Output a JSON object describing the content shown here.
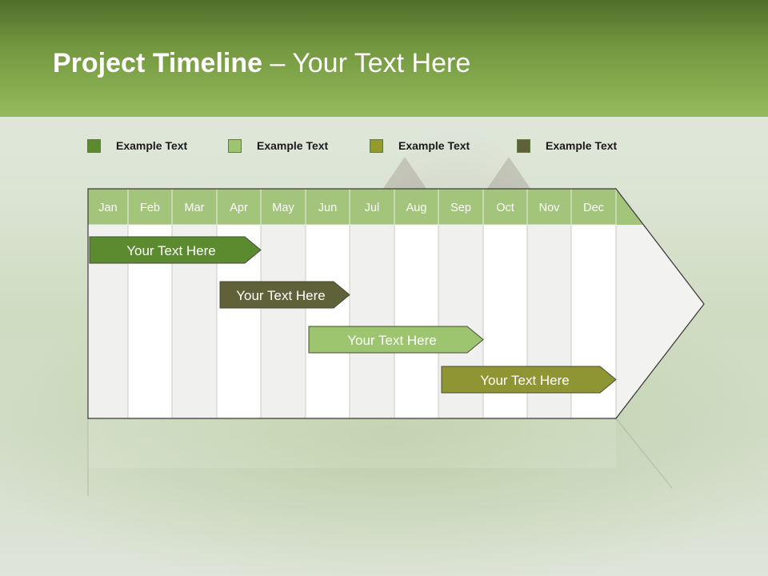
{
  "header": {
    "title_bold": "Project Timeline",
    "title_rest": " – Your Text Here"
  },
  "legend": [
    {
      "label": "Example Text",
      "color": "#5b8a2f"
    },
    {
      "label": "Example Text",
      "color": "#9dc56f"
    },
    {
      "label": "Example Text",
      "color": "#959a2d"
    },
    {
      "label": "Example Text",
      "color": "#5f6138"
    }
  ],
  "timeline": {
    "months": [
      "Jan",
      "Feb",
      "Mar",
      "Apr",
      "May",
      "Jun",
      "Jul",
      "Aug",
      "Sep",
      "Oct",
      "Nov",
      "Dec"
    ],
    "header_color": "#a2c47b",
    "tasks": [
      {
        "label": "Your  Text Here",
        "start_month": 1,
        "end_month": 4.0,
        "color": "#5b8a2f"
      },
      {
        "label": "Your  Text Here",
        "start_month": 4.0,
        "end_month": 6.0,
        "color": "#5f6138"
      },
      {
        "label": "Your  Text Here",
        "start_month": 6.0,
        "end_month": 9.0,
        "color": "#9dc56f"
      },
      {
        "label": "Your  Text Here",
        "start_month": 9.0,
        "end_month": 12.0,
        "color": "#8f9532"
      }
    ]
  }
}
